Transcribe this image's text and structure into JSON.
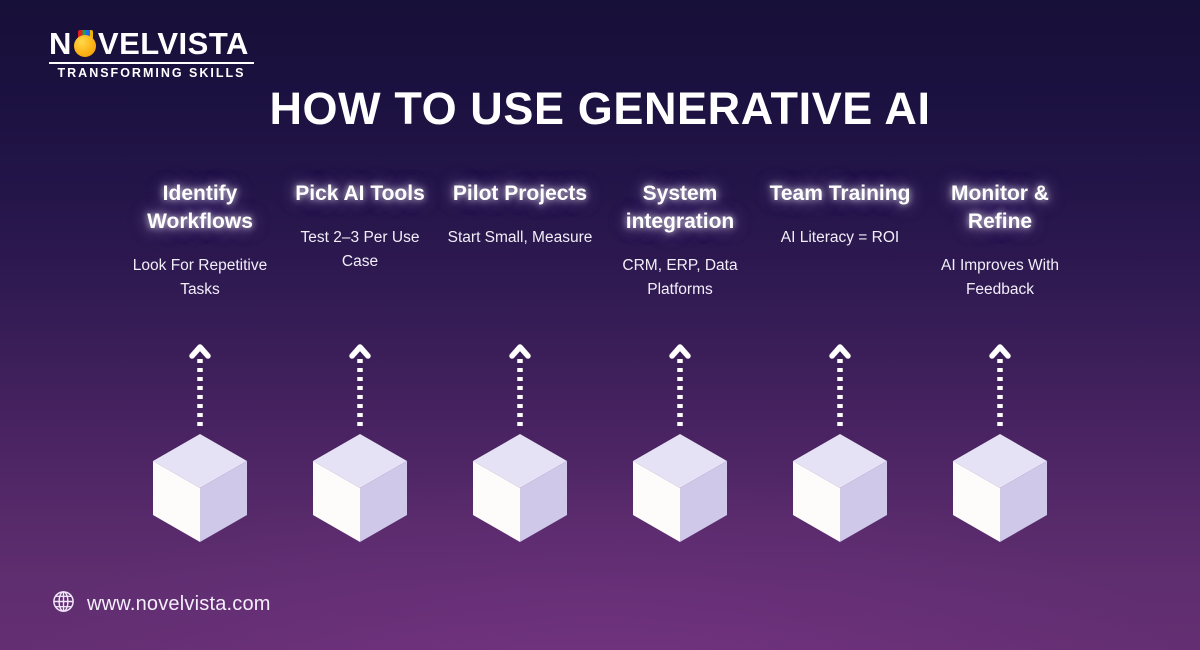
{
  "brand": {
    "name_part1": "N",
    "name_part2": "VELVISTA",
    "tagline": "TRANSFORMING SKILLS",
    "bulb_color": "#fcb216",
    "bulb_cap_colors": [
      "#e02020",
      "#16a34a",
      "#2563eb",
      "#eab308"
    ]
  },
  "title": "HOW TO USE GENERATIVE AI",
  "theme": {
    "bg_top": "#171038",
    "bg_bottom": "#642f72",
    "heading_color": "#ffffff",
    "subtitle_color": "#f2eef9",
    "cube_top": "#e6e2f5",
    "cube_left": "#fdfcfa",
    "cube_right": "#cfc8e8",
    "arrow_color": "#ffffff"
  },
  "steps": [
    {
      "heading": "Identify Workflows",
      "subtitle": "Look For Repetitive Tasks",
      "arrow_icon": "arrow-up-dotted-icon",
      "shape_icon": "cube-icon"
    },
    {
      "heading": "Pick AI Tools",
      "subtitle": "Test 2–3 Per Use Case",
      "arrow_icon": "arrow-up-dotted-icon",
      "shape_icon": "cube-icon"
    },
    {
      "heading": "Pilot Projects",
      "subtitle": "Start Small, Measure",
      "arrow_icon": "arrow-up-dotted-icon",
      "shape_icon": "cube-icon"
    },
    {
      "heading": "System integration",
      "subtitle": "CRM, ERP, Data Platforms",
      "arrow_icon": "arrow-up-dotted-icon",
      "shape_icon": "cube-icon"
    },
    {
      "heading": "Team Training",
      "subtitle": "AI Literacy = ROI",
      "arrow_icon": "arrow-up-dotted-icon",
      "shape_icon": "cube-icon"
    },
    {
      "heading": "Monitor & Refine",
      "subtitle": "AI Improves With Feedback",
      "arrow_icon": "arrow-up-dotted-icon",
      "shape_icon": "cube-icon"
    }
  ],
  "footer": {
    "icon": "globe-icon",
    "url": "www.novelvista.com"
  }
}
